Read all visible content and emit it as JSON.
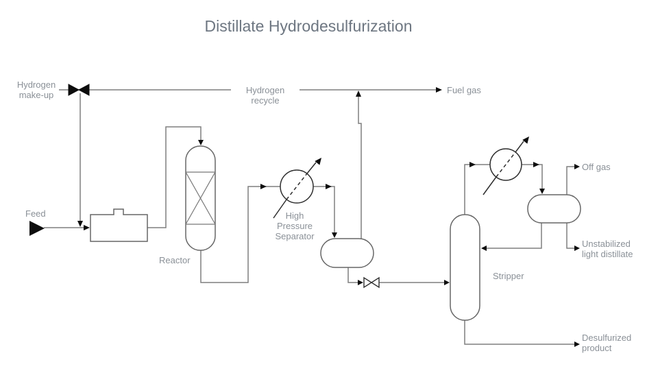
{
  "title": "Distillate Hydrodesulfurization",
  "labels": {
    "hydrogen_makeup": "Hydrogen\nmake-up",
    "hydrogen_recycle": "Hydrogen recycle",
    "fuel_gas": "Fuel gas",
    "feed": "Feed",
    "reactor": "Reactor",
    "high_pressure_separator": "High\nPressure\nSeparator",
    "stripper": "Stripper",
    "off_gas": "Off gas",
    "unstabilized_light_distillate": "Unstabilized\nlight distillate",
    "desulfurized_product": "Desulfurized\nproduct"
  },
  "symbols": {
    "makeup_valve": "filled-bowtie-valve",
    "letdown_valve": "open-bowtie-valve",
    "feed_marker": "filled-right-triangle",
    "hps_cooler": "circle-with-diagonal-arrow",
    "overhead_condenser": "circle-with-diagonal-arrow"
  },
  "colors": {
    "background": "#ffffff",
    "pipe": "#7f7f7f",
    "vessel_stroke": "#666666",
    "exchanger_stroke": "#2e2e2e",
    "arrow": "#0d0d0d",
    "label_text": "#8a9097",
    "title_text": "#6d7681"
  }
}
